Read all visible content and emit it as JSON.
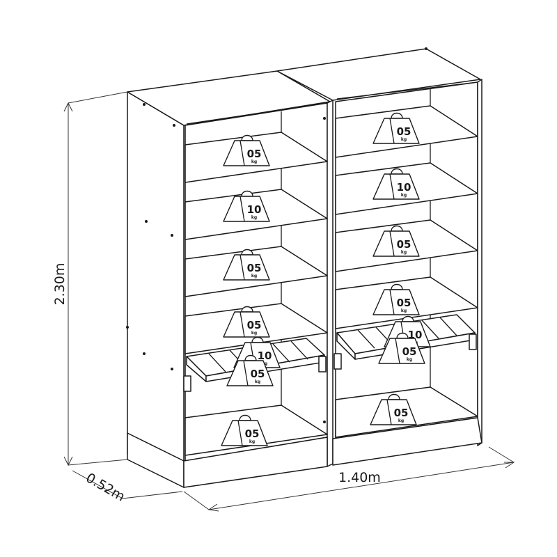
{
  "dimensions": {
    "height": "2.30m",
    "depth": "0.52m",
    "width": "1.40m"
  },
  "units": [
    {
      "shelves": [
        {
          "label": "05",
          "unit": "kg"
        },
        {
          "label": "10",
          "unit": "kg"
        },
        {
          "label": "05",
          "unit": "kg"
        },
        {
          "label": "05",
          "unit": "kg"
        }
      ],
      "rack": [
        {
          "label": "10",
          "unit": "kg"
        },
        {
          "label": "05",
          "unit": "kg"
        }
      ],
      "bottom": {
        "label": "05",
        "unit": "kg"
      }
    },
    {
      "shelves": [
        {
          "label": "05",
          "unit": "kg"
        },
        {
          "label": "10",
          "unit": "kg"
        },
        {
          "label": "05",
          "unit": "kg"
        },
        {
          "label": "05",
          "unit": "kg"
        }
      ],
      "rack": [
        {
          "label": "10",
          "unit": "kg"
        },
        {
          "label": "05",
          "unit": "kg"
        }
      ],
      "bottom": {
        "label": "05",
        "unit": "kg"
      }
    }
  ],
  "colors": {
    "line": "#1a1a1a",
    "background": "#ffffff"
  }
}
